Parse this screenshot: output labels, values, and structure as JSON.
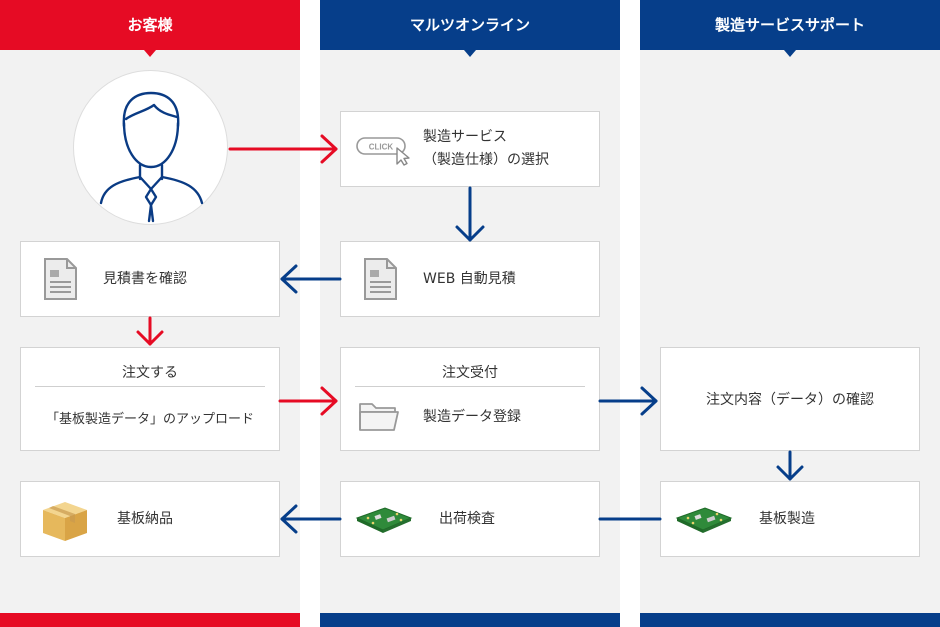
{
  "columns": [
    {
      "header": "お客様",
      "color": "#e60b24"
    },
    {
      "header": "マルツオンライン",
      "color": "#063e8a"
    },
    {
      "header": "製造サービスサポート",
      "color": "#063e8a"
    }
  ],
  "steps": {
    "select_service": {
      "line1": "製造サービス",
      "line2": "（製造仕様）の選択",
      "icon": "click-button-icon",
      "icon_text": "CLICK"
    },
    "web_estimate": {
      "label": "WEB 自動見積",
      "icon": "document-icon"
    },
    "confirm_estimate": {
      "label": "見積書を確認",
      "icon": "document-icon"
    },
    "place_order": {
      "title": "注文する",
      "label": "「基板製造データ」のアップロード"
    },
    "order_received": {
      "title": "注文受付",
      "label": "製造データ登録",
      "icon": "folder-icon"
    },
    "confirm_order": {
      "label": "注文内容（データ）の確認"
    },
    "inspection": {
      "label": "出荷検査",
      "icon": "circuit-board-icon"
    },
    "board_manufacture": {
      "label": "基板製造",
      "icon": "circuit-board-icon"
    },
    "delivery": {
      "label": "基板納品",
      "icon": "cardboard-box-icon"
    }
  },
  "colors": {
    "customer": "#e60b24",
    "company": "#063e8a",
    "column_bg": "#f2f2f2",
    "board_green": "#2f8a3a"
  }
}
